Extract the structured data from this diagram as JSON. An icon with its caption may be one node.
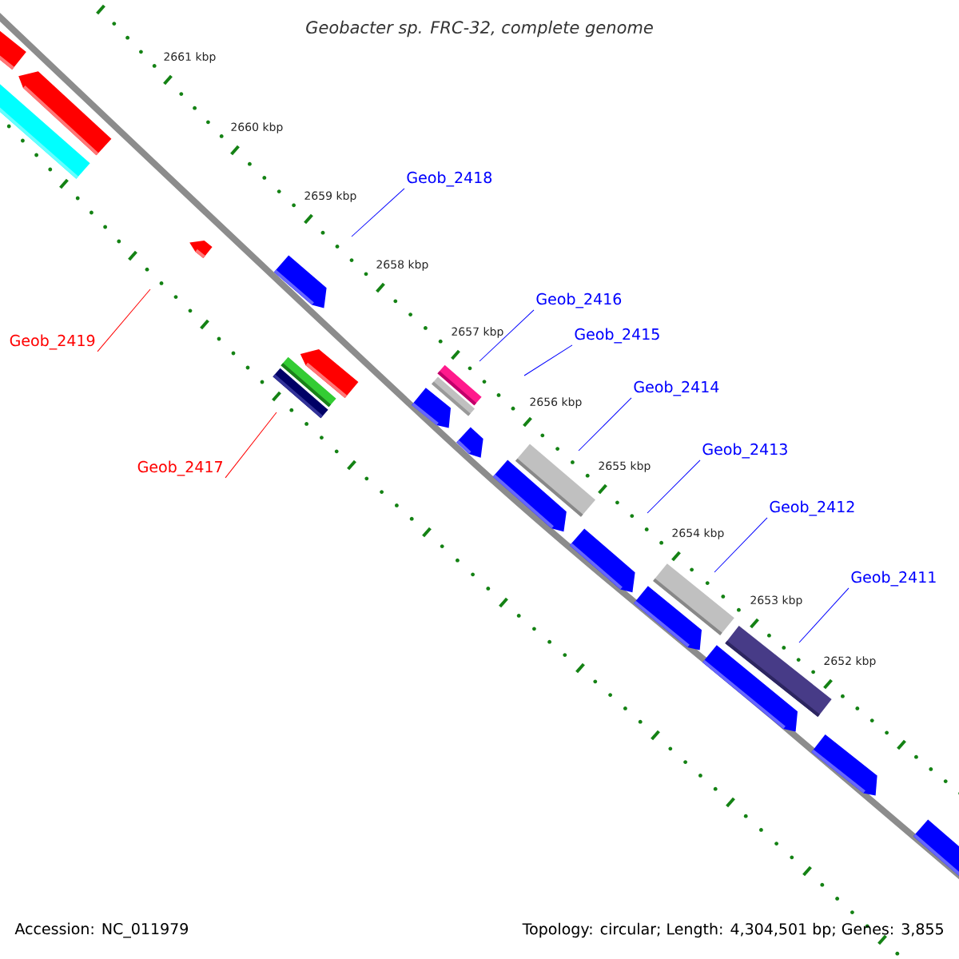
{
  "diagram": {
    "title": "Geobacter sp. FRC-32, complete genome",
    "nodes": [
      {
        "text": [
          "Geob_2418"
        ]
      },
      {
        "text": [
          "Geob_2416"
        ]
      },
      {
        "text": [
          "Geob_2415"
        ]
      },
      {
        "text": [
          "Geob_2419"
        ]
      },
      {
        "text": [
          "Geob_2414"
        ]
      },
      {
        "text": [
          "Geob_2413"
        ]
      },
      {
        "text": [
          "Geob_2417"
        ]
      },
      {
        "text": [
          "Geob_2412"
        ]
      },
      {
        "text": [
          "Geob_2411"
        ]
      }
    ],
    "edges": [
      {
        "from": 0,
        "to": null,
        "arrow": "none"
      },
      {
        "from": 1,
        "to": null,
        "arrow": "none"
      },
      {
        "from": 2,
        "to": null,
        "arrow": "none"
      },
      {
        "from": 3,
        "to": null,
        "arrow": "none",
        "color": "#ff0000"
      },
      {
        "from": 4,
        "to": null,
        "arrow": "none"
      },
      {
        "from": 5,
        "to": null,
        "arrow": "none"
      },
      {
        "from": 6,
        "to": null,
        "arrow": "none",
        "color": "#ff0000"
      },
      {
        "from": 7,
        "to": null,
        "arrow": "none"
      },
      {
        "from": 8,
        "to": null,
        "arrow": "none"
      }
    ],
    "labels": [
      "2661 kbp",
      "2660 kbp",
      "2659 kbp",
      "2658 kbp",
      "2657 kbp",
      "2656 kbp",
      "2655 kbp",
      "2654 kbp",
      "2653 kbp",
      "2652 kbp",
      "Accession: NC_011979",
      "Topology: circular; Length: 4,304,501 bp; Genes: 3,855"
    ]
  }
}
